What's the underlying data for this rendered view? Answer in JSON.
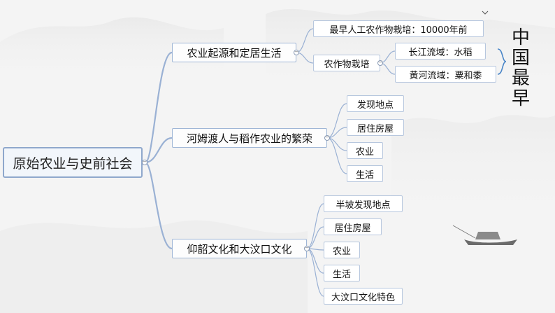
{
  "root": {
    "label": "原始农业与史前社会"
  },
  "branches": [
    {
      "label": "农业起源和定居生活",
      "children": [
        {
          "label": "最早人工农作物栽培：10000年前"
        },
        {
          "label": "农作物栽培",
          "children": [
            {
              "label": "长江流域：水稻"
            },
            {
              "label": "黄河流域：粟和黍"
            }
          ]
        }
      ]
    },
    {
      "label": "河姆渡人与稻作农业的繁荣",
      "children": [
        {
          "label": "发现地点"
        },
        {
          "label": "居住房屋"
        },
        {
          "label": "农业"
        },
        {
          "label": "生活"
        }
      ]
    },
    {
      "label": "仰韶文化和大汶口文化",
      "children": [
        {
          "label": "半坡发现地点"
        },
        {
          "label": "居住房屋"
        },
        {
          "label": "农业"
        },
        {
          "label": "生活"
        },
        {
          "label": "大汶口文化特色"
        }
      ]
    }
  ],
  "annotation": {
    "chars": [
      "中",
      "国",
      "最",
      "早"
    ]
  },
  "colors": {
    "connector": "#9ab1d4",
    "node_border": "#9fb6d6",
    "ink": "#c9c9c9"
  }
}
